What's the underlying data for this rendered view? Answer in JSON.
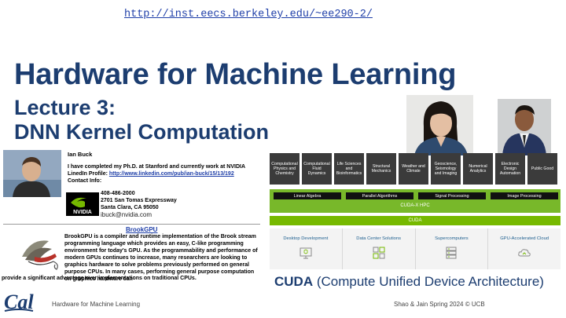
{
  "header": {
    "url": "http://inst.eecs.berkeley.edu/~ee290-2/",
    "title": "Hardware for Machine Learning",
    "lecture_line1": "Lecture 3:",
    "lecture_line2": "DNN Kernel Computation"
  },
  "ian_card": {
    "name": "Ian Buck",
    "bio": "I have completed my Ph.D. at Stanford and currently work at NVIDIA",
    "linkedin_label": "LinedIn Profile: ",
    "linkedin_url": "http://www.linkedin.com/pub/ian-buck/15/13/192",
    "contact_label": "Contact Info:",
    "phone": "408-486-2000",
    "street": "2701 San Tomas Expressway",
    "city": "Santa Clara, CA 95050",
    "email": "ibuck@nvidia.com",
    "logo_text": "NVIDIA"
  },
  "brook": {
    "title": "BrookGPU",
    "text": "BrookGPU is a compiler and runtime implementation of the Brook stream programming language which provides an easy, C-like programming environment for today's GPU. As the programmability and performance of modern GPUs continues to increase, many researchers are looking to graphics hardware to solve problems previously performed on general purpose CPUs. In many cases, performing general purpose computation on graphics hardware can",
    "text_last": "provide a significant advantage over implementations on traditional CPUs."
  },
  "cuda_stack": {
    "domains": [
      "Computational Physics and Chemistry",
      "Computational Fluid Dynamics",
      "Life Sciences and Bioinformatics",
      "Structural Mechanics",
      "Weather and Climate",
      "Geoscience, Seismology and Imaging",
      "Numerical Analytics",
      "Electronic Design Automation",
      "Public Good"
    ],
    "libraries": [
      "Linear Algebra",
      "Parallel Algorithms",
      "Signal Processing",
      "Image Processing"
    ],
    "cudax": "CUDA-X HPC",
    "cuda": "CUDA",
    "platforms": [
      "Desktop Development",
      "Data Center Solutions",
      "Supercomputers",
      "GPU-Accelerated Cloud"
    ],
    "colors": {
      "green": "#76b900",
      "dark": "#3b3b3b"
    }
  },
  "caption": {
    "bold": "CUDA",
    "rest": " (Compute Unified Device Architecture)"
  },
  "footer": {
    "left": "Hardware for Machine Learning",
    "right": "Shao & Jain Spring 2024 © UCB",
    "logo_text": "Cal"
  }
}
